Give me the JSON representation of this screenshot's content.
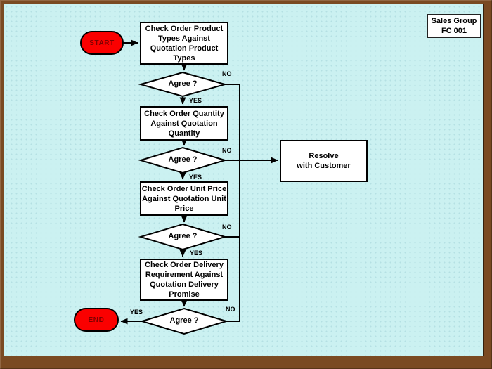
{
  "colors": {
    "canvas_bg": "#CBF1F1",
    "frame_brown": "#7A4A22",
    "shape_red": "#FA0000",
    "box_white": "#FFFFFF",
    "line_black": "#000000",
    "terminator_text": "#7E0000"
  },
  "badge": {
    "text": "Sales Group\nFC 001"
  },
  "flow": {
    "start": "START",
    "end": "END",
    "steps": [
      {
        "text": "Check Order Product\nTypes Against\nQuotation Product\nTypes"
      },
      {
        "text": "Check Order Quantity\nAgainst Quotation\nQuantity"
      },
      {
        "text": "Check Order Unit Price\nAgainst Quotation Unit\nPrice"
      },
      {
        "text": "Check Order Delivery\nRequirement Against\nQuotation Delivery\nPromise"
      }
    ],
    "decisions": [
      {
        "label": "Agree ?",
        "yes": "YES",
        "no": "NO"
      },
      {
        "label": "Agree ?",
        "yes": "YES",
        "no": "NO"
      },
      {
        "label": "Agree ?",
        "yes": "YES",
        "no": "NO"
      },
      {
        "label": "Agree ?",
        "yes": "YES",
        "no": "NO"
      }
    ],
    "resolve": {
      "text": "Resolve\nwith Customer"
    }
  }
}
